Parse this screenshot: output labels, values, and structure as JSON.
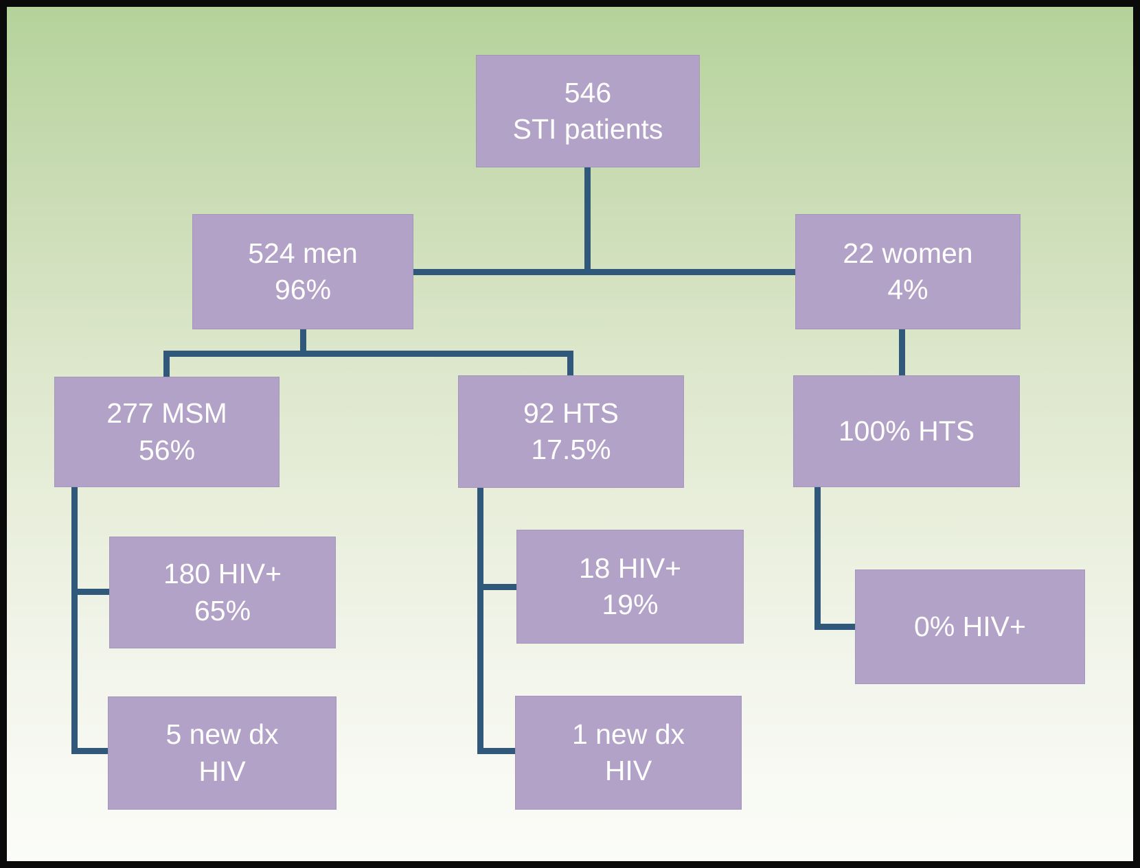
{
  "colors": {
    "bg-top": "#b5d29a",
    "bg-bottom": "#fbfcf8",
    "box-fill": "#b3a2c7",
    "connector": "#2f587a",
    "text": "#ffffff",
    "frame": "#0a0a0a"
  },
  "nodes": [
    {
      "id": "root",
      "lines": [
        "546",
        "STI patients"
      ]
    },
    {
      "id": "men",
      "lines": [
        "524 men",
        "96%"
      ]
    },
    {
      "id": "women",
      "lines": [
        "22 women",
        "4%"
      ]
    },
    {
      "id": "msm",
      "lines": [
        "277 MSM",
        "56%"
      ]
    },
    {
      "id": "hts92",
      "lines": [
        "92 HTS",
        "17.5%"
      ]
    },
    {
      "id": "hts100",
      "lines": [
        "100% HTS"
      ]
    },
    {
      "id": "hiv180",
      "lines": [
        "180 HIV+",
        "65%"
      ]
    },
    {
      "id": "newdx5",
      "lines": [
        "5 new dx",
        "HIV"
      ]
    },
    {
      "id": "hiv18",
      "lines": [
        "18 HIV+",
        "19%"
      ]
    },
    {
      "id": "newdx1",
      "lines": [
        "1 new dx",
        "HIV"
      ]
    },
    {
      "id": "hiv0",
      "lines": [
        "0% HIV+"
      ]
    }
  ],
  "edges": [
    {
      "from": "root",
      "to": "men"
    },
    {
      "from": "root",
      "to": "women"
    },
    {
      "from": "men",
      "to": "msm"
    },
    {
      "from": "men",
      "to": "hts92"
    },
    {
      "from": "women",
      "to": "hts100"
    },
    {
      "from": "msm",
      "to": "hiv180"
    },
    {
      "from": "msm",
      "to": "newdx5"
    },
    {
      "from": "hts92",
      "to": "hiv18"
    },
    {
      "from": "hts92",
      "to": "newdx1"
    },
    {
      "from": "hts100",
      "to": "hiv0"
    }
  ]
}
